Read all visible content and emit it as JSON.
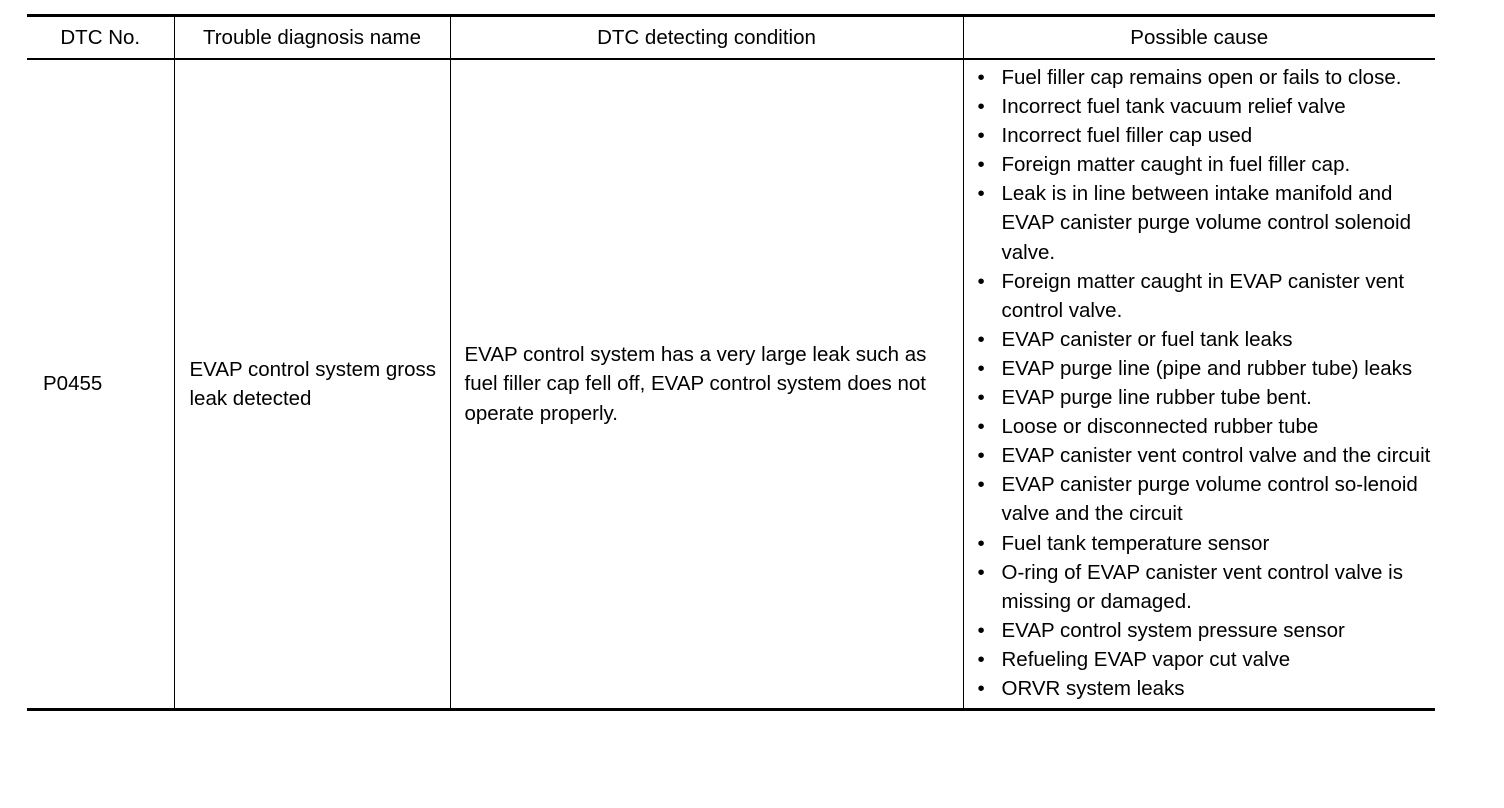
{
  "table": {
    "headers": [
      "DTC No.",
      "Trouble diagnosis name",
      "DTC detecting condition",
      "Possible cause"
    ],
    "row": {
      "dtc_no": "P0455",
      "diagnosis_name": "EVAP control system gross leak detected",
      "detecting_condition": "EVAP control system has a very large leak such as fuel filler cap fell off, EVAP control system does not operate properly.",
      "bullet_glyph": "•",
      "possible_causes": [
        "Fuel filler cap remains open or fails to close.",
        "Incorrect fuel tank vacuum relief valve",
        "Incorrect fuel filler cap used",
        "Foreign matter caught in fuel filler cap.",
        "Leak is in line between intake manifold and EVAP canister purge volume control solenoid valve.",
        "Foreign matter caught in EVAP canister vent control valve.",
        "EVAP canister or fuel tank leaks",
        "EVAP purge line (pipe and rubber tube) leaks",
        "EVAP purge line rubber tube bent.",
        "Loose or disconnected rubber tube",
        "EVAP canister vent control valve and the circuit",
        "EVAP canister purge volume control so-lenoid valve and the circuit",
        "Fuel tank temperature sensor",
        "O-ring of EVAP canister vent control valve is missing or damaged.",
        "EVAP control system pressure sensor",
        "Refueling EVAP vapor cut valve",
        "ORVR system leaks"
      ]
    }
  }
}
